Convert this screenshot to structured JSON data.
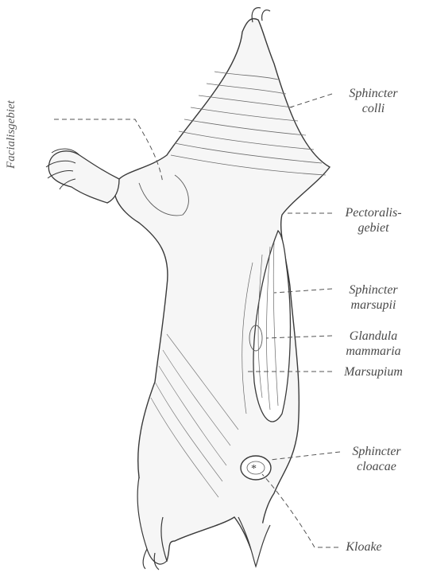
{
  "labels": {
    "facialisgebiet": "Facialisgebiet",
    "sphincter_colli": [
      "Sphincter",
      "colli"
    ],
    "pectoralisgebiet": [
      "Pectoralis-",
      "gebiet"
    ],
    "sphincter_marsupii": [
      "Sphincter",
      "marsupii"
    ],
    "glandula_mammaria": [
      "Glandula",
      "mammaria"
    ],
    "marsupium": "Marsupium",
    "sphincter_cloacae": [
      "Sphincter",
      "cloacae"
    ],
    "kloake": "Kloake"
  },
  "colors": {
    "ink": "#3a3a3a",
    "skin": "#f4f4f4",
    "label": "#4a4a4a"
  }
}
